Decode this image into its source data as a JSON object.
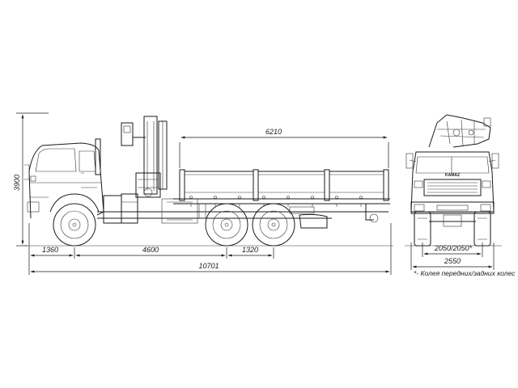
{
  "dimensions": {
    "overall_height": "3900",
    "cargo_body_length": "6210",
    "front_overhang": "1360",
    "wheelbase_front": "4600",
    "wheelbase_rear": "1320",
    "overall_length": "10701",
    "track": "2050/2050*",
    "overall_width": "2550"
  },
  "footnote": "*- Колея передних/задних колес",
  "brand": "KAMAZ"
}
